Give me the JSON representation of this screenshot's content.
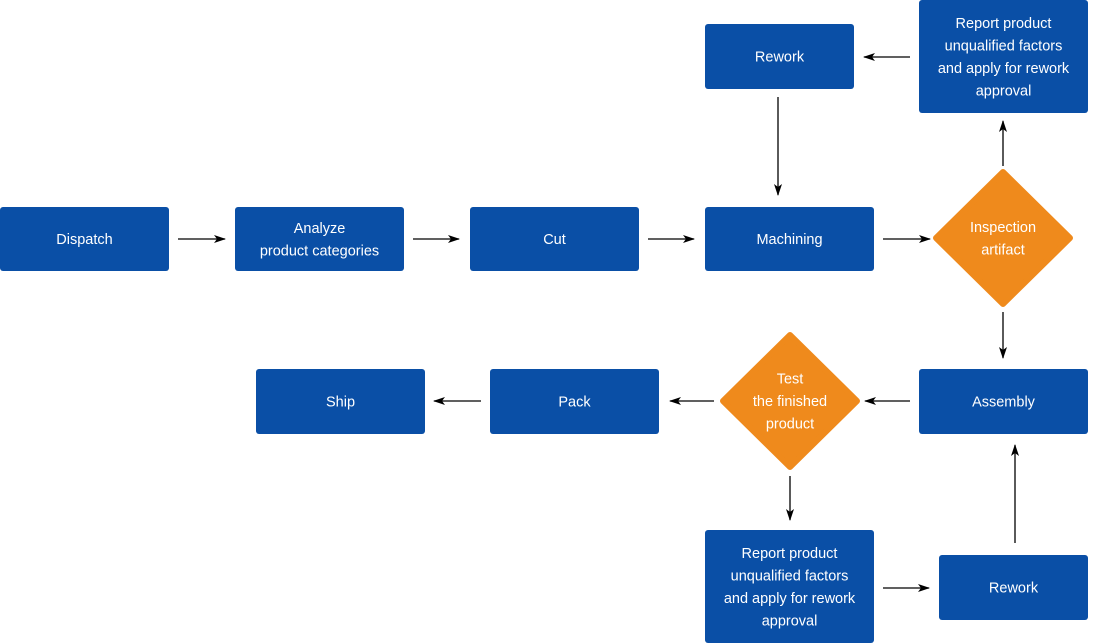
{
  "colors": {
    "process_box": "#0a4fa6",
    "decision_diamond": "#ef8a1c",
    "node_text": "#ffffff",
    "connector": "#000000",
    "background": "#ffffff"
  },
  "nodes": {
    "dispatch": {
      "kind": "process",
      "lines": [
        "Dispatch"
      ]
    },
    "analyze": {
      "kind": "process",
      "lines": [
        "Analyze",
        "product categories"
      ]
    },
    "cut": {
      "kind": "process",
      "lines": [
        "Cut"
      ]
    },
    "machining": {
      "kind": "process",
      "lines": [
        "Machining"
      ]
    },
    "inspection": {
      "kind": "decision",
      "lines": [
        "Inspection",
        "artifact"
      ]
    },
    "rework_top": {
      "kind": "process",
      "lines": [
        "Rework"
      ]
    },
    "report_top": {
      "kind": "process",
      "lines": [
        "Report product",
        "unqualified factors",
        "and apply for rework",
        "approval"
      ]
    },
    "assembly": {
      "kind": "process",
      "lines": [
        "Assembly"
      ]
    },
    "test": {
      "kind": "decision",
      "lines": [
        "Test",
        "the finished",
        "product"
      ]
    },
    "pack": {
      "kind": "process",
      "lines": [
        "Pack"
      ]
    },
    "ship": {
      "kind": "process",
      "lines": [
        "Ship"
      ]
    },
    "report_bottom": {
      "kind": "process",
      "lines": [
        "Report product",
        "unqualified factors",
        "and apply for rework",
        "approval"
      ]
    },
    "rework_bottom": {
      "kind": "process",
      "lines": [
        "Rework"
      ]
    }
  },
  "edges": [
    {
      "from": "dispatch",
      "to": "analyze"
    },
    {
      "from": "analyze",
      "to": "cut"
    },
    {
      "from": "cut",
      "to": "machining"
    },
    {
      "from": "machining",
      "to": "inspection"
    },
    {
      "from": "inspection",
      "to": "report_top"
    },
    {
      "from": "report_top",
      "to": "rework_top"
    },
    {
      "from": "rework_top",
      "to": "machining"
    },
    {
      "from": "inspection",
      "to": "assembly"
    },
    {
      "from": "assembly",
      "to": "test"
    },
    {
      "from": "test",
      "to": "pack"
    },
    {
      "from": "pack",
      "to": "ship"
    },
    {
      "from": "test",
      "to": "report_bottom"
    },
    {
      "from": "report_bottom",
      "to": "rework_bottom"
    },
    {
      "from": "rework_bottom",
      "to": "assembly"
    }
  ]
}
